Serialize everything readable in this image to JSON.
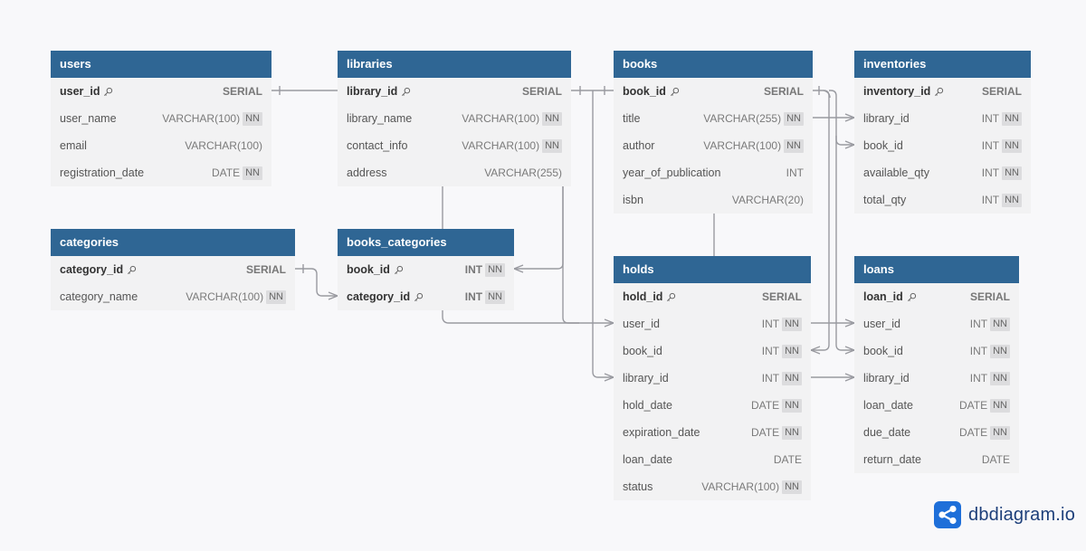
{
  "brand": {
    "name": "dbdiagram.io",
    "logo_icon": "dbdiagram-share-logo-icon"
  },
  "colors": {
    "header": "#2f6694",
    "row_bg": "#f2f2f3",
    "connector": "#999aa0",
    "background": "#f8f8fa"
  },
  "tables": [
    {
      "id": "users",
      "name": "users",
      "fields": [
        {
          "name": "user_id",
          "type": "SERIAL",
          "pk": true,
          "nn": false
        },
        {
          "name": "user_name",
          "type": "VARCHAR(100)",
          "pk": false,
          "nn": true
        },
        {
          "name": "email",
          "type": "VARCHAR(100)",
          "pk": false,
          "nn": false
        },
        {
          "name": "registration_date",
          "type": "DATE",
          "pk": false,
          "nn": true
        }
      ]
    },
    {
      "id": "libraries",
      "name": "libraries",
      "fields": [
        {
          "name": "library_id",
          "type": "SERIAL",
          "pk": true,
          "nn": false
        },
        {
          "name": "library_name",
          "type": "VARCHAR(100)",
          "pk": false,
          "nn": true
        },
        {
          "name": "contact_info",
          "type": "VARCHAR(100)",
          "pk": false,
          "nn": true
        },
        {
          "name": "address",
          "type": "VARCHAR(255)",
          "pk": false,
          "nn": false
        }
      ]
    },
    {
      "id": "books",
      "name": "books",
      "fields": [
        {
          "name": "book_id",
          "type": "SERIAL",
          "pk": true,
          "nn": false
        },
        {
          "name": "title",
          "type": "VARCHAR(255)",
          "pk": false,
          "nn": true
        },
        {
          "name": "author",
          "type": "VARCHAR(100)",
          "pk": false,
          "nn": true
        },
        {
          "name": "year_of_publication",
          "type": "INT",
          "pk": false,
          "nn": false
        },
        {
          "name": "isbn",
          "type": "VARCHAR(20)",
          "pk": false,
          "nn": false
        }
      ]
    },
    {
      "id": "inventories",
      "name": "inventories",
      "fields": [
        {
          "name": "inventory_id",
          "type": "SERIAL",
          "pk": true,
          "nn": false
        },
        {
          "name": "library_id",
          "type": "INT",
          "pk": false,
          "nn": true
        },
        {
          "name": "book_id",
          "type": "INT",
          "pk": false,
          "nn": true
        },
        {
          "name": "available_qty",
          "type": "INT",
          "pk": false,
          "nn": true
        },
        {
          "name": "total_qty",
          "type": "INT",
          "pk": false,
          "nn": true
        }
      ]
    },
    {
      "id": "categories",
      "name": "categories",
      "fields": [
        {
          "name": "category_id",
          "type": "SERIAL",
          "pk": true,
          "nn": false
        },
        {
          "name": "category_name",
          "type": "VARCHAR(100)",
          "pk": false,
          "nn": true
        }
      ]
    },
    {
      "id": "books_categories",
      "name": "books_categories",
      "fields": [
        {
          "name": "book_id",
          "type": "INT",
          "pk": true,
          "nn": true
        },
        {
          "name": "category_id",
          "type": "INT",
          "pk": true,
          "nn": true
        }
      ]
    },
    {
      "id": "holds",
      "name": "holds",
      "fields": [
        {
          "name": "hold_id",
          "type": "SERIAL",
          "pk": true,
          "nn": false
        },
        {
          "name": "user_id",
          "type": "INT",
          "pk": false,
          "nn": true
        },
        {
          "name": "book_id",
          "type": "INT",
          "pk": false,
          "nn": true
        },
        {
          "name": "library_id",
          "type": "INT",
          "pk": false,
          "nn": true
        },
        {
          "name": "hold_date",
          "type": "DATE",
          "pk": false,
          "nn": true
        },
        {
          "name": "expiration_date",
          "type": "DATE",
          "pk": false,
          "nn": true
        },
        {
          "name": "loan_date",
          "type": "DATE",
          "pk": false,
          "nn": false
        },
        {
          "name": "status",
          "type": "VARCHAR(100)",
          "pk": false,
          "nn": true
        }
      ]
    },
    {
      "id": "loans",
      "name": "loans",
      "fields": [
        {
          "name": "loan_id",
          "type": "SERIAL",
          "pk": true,
          "nn": false
        },
        {
          "name": "user_id",
          "type": "INT",
          "pk": false,
          "nn": true
        },
        {
          "name": "book_id",
          "type": "INT",
          "pk": false,
          "nn": true
        },
        {
          "name": "library_id",
          "type": "INT",
          "pk": false,
          "nn": true
        },
        {
          "name": "loan_date",
          "type": "DATE",
          "pk": false,
          "nn": true
        },
        {
          "name": "due_date",
          "type": "DATE",
          "pk": false,
          "nn": true
        },
        {
          "name": "return_date",
          "type": "DATE",
          "pk": false,
          "nn": false
        }
      ]
    }
  ],
  "nn_label": "NN"
}
